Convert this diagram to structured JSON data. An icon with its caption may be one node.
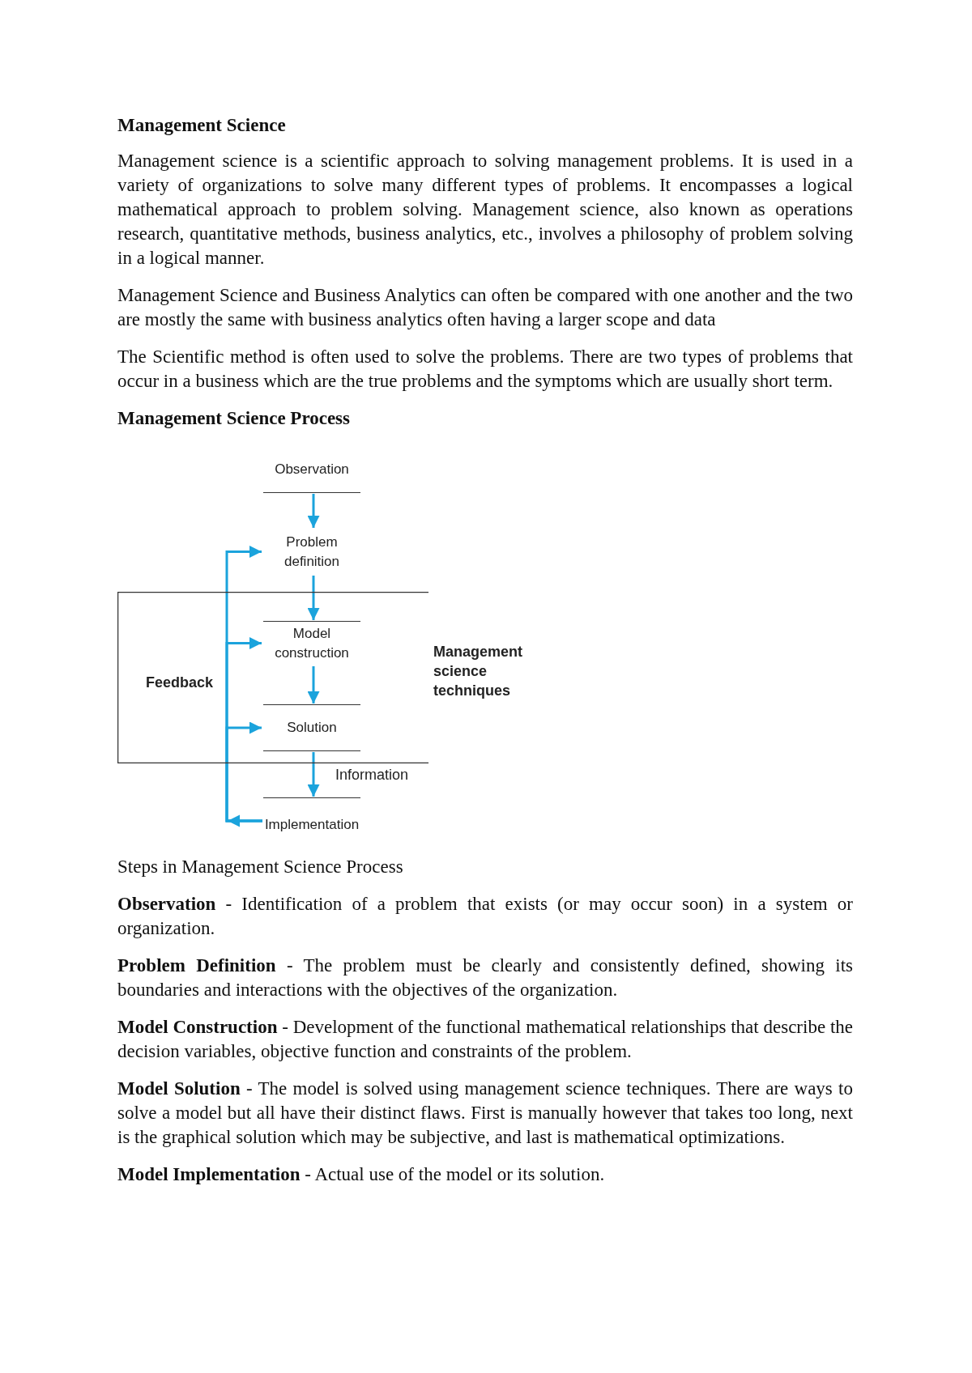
{
  "diagram": {
    "title": "Management Science",
    "nodes": [
      {
        "text": [
          "Observation"
        ]
      },
      {
        "text": [
          "Problem definition"
        ]
      },
      {
        "text": [
          "Management science techniques"
        ]
      },
      {
        "text": [
          "Model construction"
        ],
        "in": 2
      },
      {
        "text": [
          "Solution"
        ],
        "in": 2
      },
      {
        "text": [
          "Implementation"
        ]
      }
    ],
    "edges": [
      {
        "from": 0,
        "to": 1,
        "arrow": "to"
      },
      {
        "from": 1,
        "to": 3,
        "arrow": "to"
      },
      {
        "from": 3,
        "to": 4,
        "arrow": "to"
      },
      {
        "from": 4,
        "to": 5,
        "arrow": "to",
        "label": "Information"
      },
      {
        "from": 5,
        "to": 1,
        "arrow": "to"
      },
      {
        "from": 5,
        "to": 3,
        "arrow": "to"
      },
      {
        "from": 5,
        "to": 4,
        "arrow": "to"
      }
    ],
    "labels": [
      "Management science is a scientific approach to solving management problems. It is used in a variety of organizations to solve many different types of problems. It encompasses a logical mathematical approach to problem solving. Management science, also known as operations research, quantitative methods, business analytics, etc., involves a philosophy of problem solving in a logical manner.",
      "Management Science and Business Analytics can often be compared with one another and the two are mostly the same with business analytics often having a larger scope and data",
      "The Scientific method is often used to solve the problems. There are two types of problems that occur in a business which are the true problems and the symptoms which are usually short term.",
      "Management Science Process",
      "Feedback",
      "Steps in Management Science Process",
      "**Observation** - Identification of a problem that exists (or may occur soon) in a system or organization.",
      "**Problem Definition** - The problem must be clearly and consistently defined, showing its boundaries and interactions with the objectives of the organization.",
      "**Model Construction** - Development of the functional mathematical relationships that describe the decision variables, objective function and constraints of the problem.",
      "**Model Solution** - The model is solved using management science techniques. There are ways to solve a model but all have their distinct flaws. First is manually however that takes too long, next is the graphical solution which may be subjective, and last is mathematical optimizations.",
      "**Model Implementation** - Actual use of the model or its solution."
    ]
  }
}
